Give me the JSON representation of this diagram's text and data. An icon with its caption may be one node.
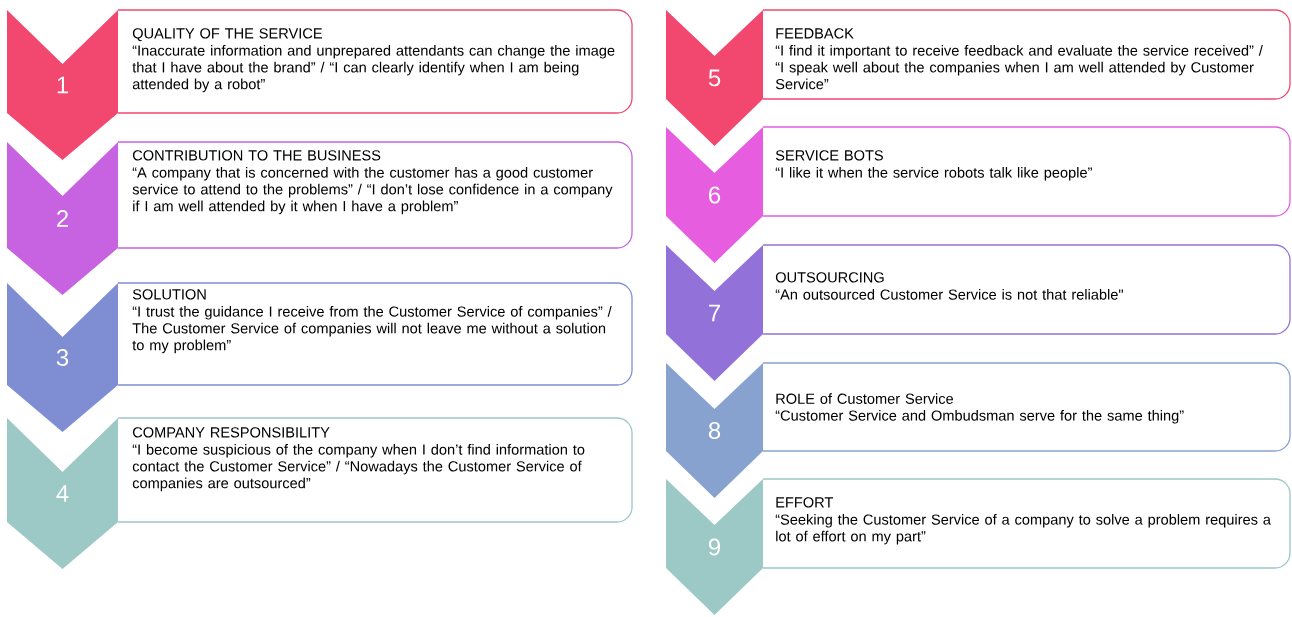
{
  "diagram": {
    "nodes": [
      {
        "text": [
          "1"
        ]
      },
      {
        "text": [
          "QUALITY OF THE SERVICE",
          "“Inaccurate information and unprepared attendants can change the image that I have about the brand” / “I can clearly identify when I am being attended by a robot”"
        ]
      },
      {
        "text": [
          "2"
        ]
      },
      {
        "text": [
          "CONTRIBUTION TO THE BUSINESS",
          "“A company that is concerned with the customer has a good customer service to attend to the problems” / “I don’t lose confidence in a company if I am well attended by it when I have a problem”"
        ]
      },
      {
        "text": [
          "3"
        ]
      },
      {
        "text": [
          "SOLUTION",
          "“I trust the guidance I receive from the Customer Service of companies” / The Customer Service of companies will not leave me without a solution to my problem”"
        ]
      },
      {
        "text": [
          "4"
        ]
      },
      {
        "text": [
          "COMPANY RESPONSIBILITY",
          "“I become suspicious of the company when I don’t find information to contact the Customer Service” / “Nowadays the Customer Service of companies are outsourced”"
        ]
      },
      {
        "text": [
          "5"
        ]
      },
      {
        "text": [
          "FEEDBACK",
          "“I find it important to receive feedback and evaluate the service received” / “I speak well about the companies when I am well attended by Customer Service”"
        ]
      },
      {
        "text": [
          "6"
        ]
      },
      {
        "text": [
          "SERVICE BOTS",
          "“I like it when the service robots talk like people”"
        ]
      },
      {
        "text": [
          "7"
        ]
      },
      {
        "text": [
          "OUTSOURCING",
          "“An outsourced Customer Service is not that reliable\""
        ]
      },
      {
        "text": [
          "8"
        ]
      },
      {
        "text": [
          "ROLE of Customer Service",
          "“Customer Service and Ombudsman serve for the same thing”"
        ]
      },
      {
        "text": [
          "9"
        ]
      },
      {
        "text": [
          "EFFORT",
          "“Seeking the Customer Service of a company to solve a problem requires a lot of effort on my part”"
        ]
      }
    ]
  }
}
